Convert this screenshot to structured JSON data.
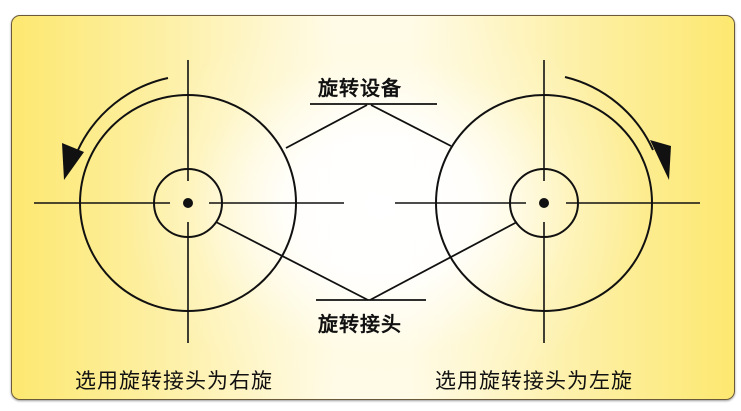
{
  "labels": {
    "equipment": "旋转设备",
    "joint": "旋转接头"
  },
  "captions": {
    "left": "选用旋转接头为右旋",
    "right": "选用旋转接头为左旋"
  },
  "diagram": {
    "left_rotation": "counterclockwise",
    "right_rotation": "clockwise",
    "colors": {
      "line": "#111111",
      "panel_edge": "#fde870",
      "panel_center": "#fffbe8"
    }
  }
}
